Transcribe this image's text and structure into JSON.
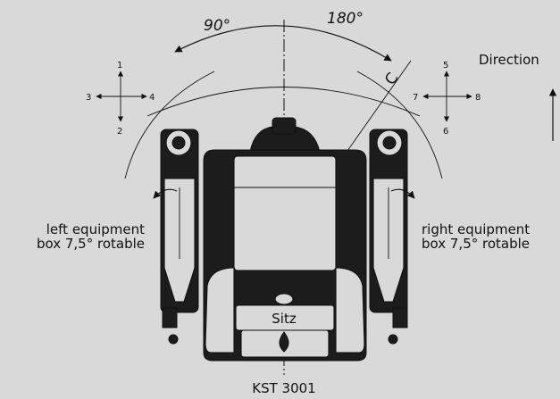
{
  "diagram": {
    "angle_left": "90°",
    "angle_right": "180°",
    "axis_c": "C",
    "direction": "Direction",
    "cross_left": {
      "up": "1",
      "down": "2",
      "left": "3",
      "right": "4"
    },
    "cross_right": {
      "up": "5",
      "down": "6",
      "left": "7",
      "right": "8"
    },
    "left_box_line1": "left equipment",
    "left_box_line2": "box 7,5° rotable",
    "right_box_line1": "right equipment",
    "right_box_line2": "box 7,5° rotable",
    "seat_label": "Sitz",
    "model": "KST 3001"
  }
}
